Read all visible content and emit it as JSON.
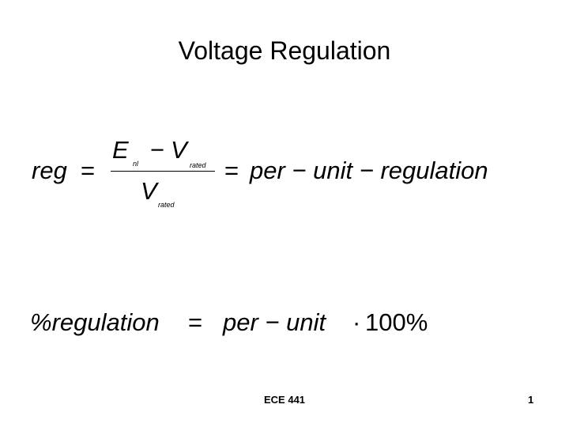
{
  "slide": {
    "title": "Voltage Regulation",
    "equation1": {
      "lhs": "reg",
      "equals1": "=",
      "numerator_E": "E",
      "numerator_E_sub": "nl",
      "minus": "−",
      "numerator_V": "V",
      "numerator_V_sub": "rated",
      "denominator_V": "V",
      "denominator_V_sub": "rated",
      "equals2": "=",
      "rhs": "per − unit − regulation"
    },
    "equation2": {
      "lhs": "%regulation",
      "equals": "=",
      "rhs_text": "per − unit",
      "dot": "·",
      "value": "100%"
    },
    "footer": {
      "course": "ECE 441",
      "page_number": "1"
    }
  }
}
